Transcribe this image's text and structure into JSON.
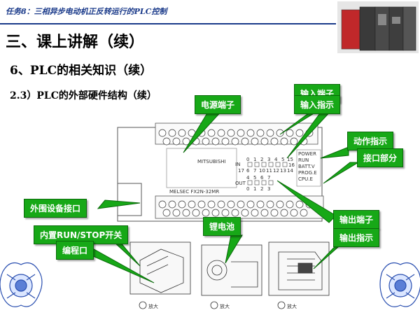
{
  "header": {
    "task_title": "任务8：三相异步电动机正反转运行的PLC控制",
    "section_title": "三、课上讲解（续）",
    "subsection_title": "6、PLC的相关知识（续）",
    "topic_title": "2.3）PLC的外部硬件结构（续）"
  },
  "callouts": {
    "power_terminal": "电源端子",
    "input_terminal": "输入端子",
    "input_indicator": "输入指示",
    "action_indicator": "动作指示",
    "interface_part": "接口部分",
    "peripheral_interface": "外围设备接口",
    "run_stop_switch": "内置RUN/STOP开关",
    "programming_port": "编程口",
    "lithium_battery": "锂电池",
    "output_terminal": "输出端子",
    "output_indicator": "输出指示"
  },
  "device": {
    "brand": "MITSUBISHI",
    "model": "MELSEC FX2N-32MR",
    "in_label": "IN",
    "out_label": "OUT",
    "input_numbers": [
      "0",
      "1",
      "2",
      "3",
      "4",
      "5",
      "6",
      "7",
      "10",
      "11",
      "12",
      "13",
      "14",
      "15",
      "16",
      "17"
    ],
    "output_numbers": [
      "0",
      "1",
      "2",
      "3",
      "4",
      "5",
      "6",
      "7"
    ],
    "status_labels": [
      "POWER",
      "RUN",
      "BATT.V",
      "PROG.E",
      "CPU.E"
    ],
    "zoom_labels": [
      "放大",
      "放大",
      "放大"
    ]
  }
}
